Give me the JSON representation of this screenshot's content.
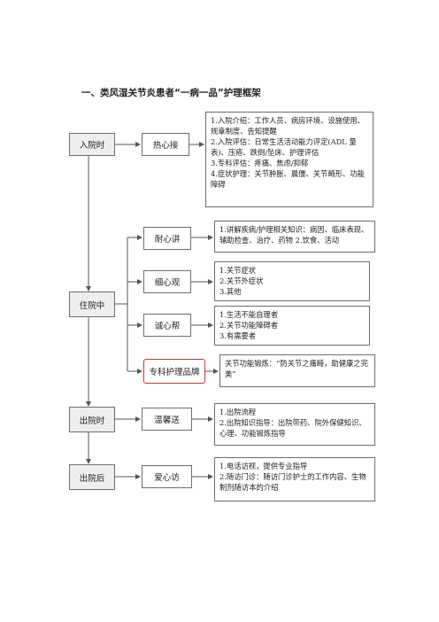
{
  "heading": "一、类风湿关节炎患者“一病一品”护理框架",
  "stages": [
    {
      "label": "入院时",
      "steps": [
        {
          "label": "热心接",
          "details": [
            "1.入院介绍：工作人员、病房环境、设施使用、规章制度、告知提醒",
            "2.入院评估：日常生活活动能力评定(ADL 量表)、压疮、跌倒/坠床、护理评估",
            "3.专科评估：疼痛、焦虑/抑郁",
            "4.症状护理：关节肿胀、晨僵、关节畸形、功能障碍"
          ]
        }
      ]
    },
    {
      "label": "住院中",
      "steps": [
        {
          "label": "耐心讲",
          "details": [
            "1.讲解疾病/护理相关知识：病因、临床表现、辅助检查、治疗、药物 2.饮食、活动"
          ]
        },
        {
          "label": "细心观",
          "details": [
            "1.关节症状",
            "2.关节外症状",
            "3.其他"
          ]
        },
        {
          "label": "诚心帮",
          "details": [
            "1.生活不能自理者",
            "2.关节功能障碍者",
            "3.有需要者"
          ]
        },
        {
          "label": "专科护理品牌",
          "details": [
            "关节功能锻炼：“防关节之痛畸，助健康之完美”"
          ]
        }
      ]
    },
    {
      "label": "出院时",
      "steps": [
        {
          "label": "温馨送",
          "details": [
            "1.出院流程",
            "2.出院知识指导：出院带药、院外保健知识、心理、功能锻炼指导"
          ]
        }
      ]
    },
    {
      "label": "出院后",
      "steps": [
        {
          "label": "爱心访",
          "details": [
            "1.电话访视，提供专业指导",
            "2.随访门诊：随访门诊护士的工作内容、生物制剂随访本的介绍"
          ]
        }
      ]
    }
  ]
}
